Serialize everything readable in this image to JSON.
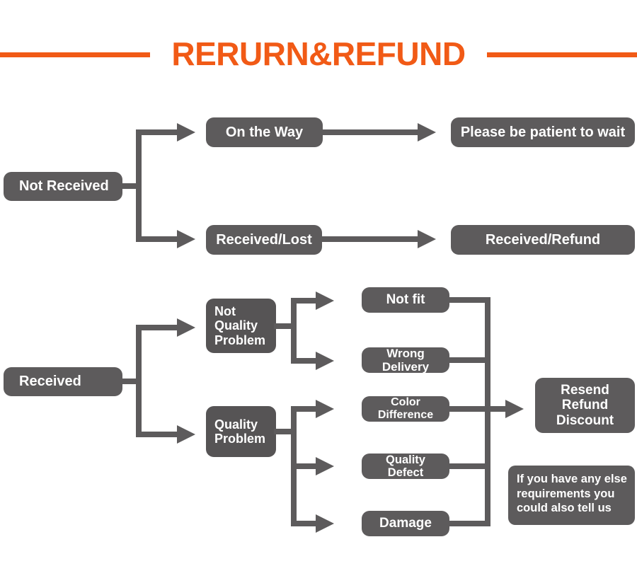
{
  "page": {
    "title": "RERURN&REFUND",
    "accent_color": "#f15a16",
    "node_color": "#5d5b5c",
    "background": "#ffffff"
  },
  "flow_not_received": {
    "source": {
      "label": "Not Received"
    },
    "branches": [
      {
        "label": "On the Way",
        "outcome": "Please be patient to wait"
      },
      {
        "label": "Received/Lost",
        "outcome": "Received/Refund"
      }
    ]
  },
  "flow_received": {
    "source": {
      "label": "Received"
    },
    "categories": [
      {
        "label_lines": [
          "Not",
          "Quality",
          "Problem"
        ],
        "reasons": [
          "Not fit",
          "Wrong Delivery"
        ]
      },
      {
        "label_lines": [
          "Quality",
          "Problem"
        ],
        "reasons": [
          "Color Difference",
          "Quality Defect",
          "Damage"
        ]
      }
    ],
    "reasons_flat": [
      "Not fit",
      "Wrong Delivery",
      "Color Difference",
      "Quality Defect",
      "Damage"
    ],
    "resolution": {
      "lines": [
        "Resend",
        "Refund",
        "Discount"
      ]
    },
    "note": {
      "lines": [
        "If you have any else",
        "requirements you",
        "could also tell us"
      ]
    }
  }
}
